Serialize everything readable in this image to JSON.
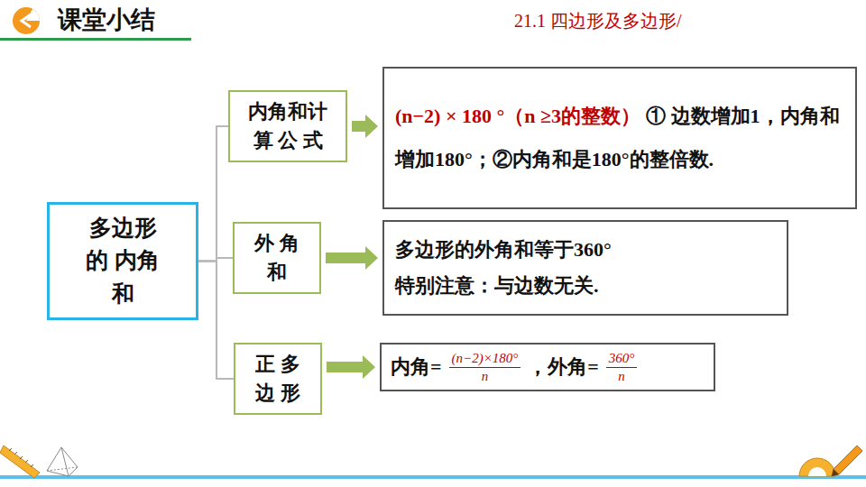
{
  "diagram": {
    "title": "课堂小结",
    "nodes": [
      {
        "text": [
          "多边形的 内角和"
        ]
      },
      {
        "text": [
          "内角和计 算 公 式"
        ]
      },
      {
        "text": [
          "(n−2) × 180 °（n ≥3的整数）",
          "① 边数增加1，内角和增加180°；②内角和是180°的整倍数."
        ]
      },
      {
        "text": [
          "外 角 和"
        ]
      },
      {
        "text": [
          "多边形的外角和等于360°",
          "特别注意：与边数无关."
        ]
      },
      {
        "text": [
          "正 多 边 形"
        ]
      },
      {
        "text": [
          "内角=",
          "(n−2)×180°",
          "n",
          "，外角=",
          "360°",
          "n"
        ]
      }
    ],
    "edges": [
      {
        "from": 0,
        "to": 1,
        "arrow": "none"
      },
      {
        "from": 0,
        "to": 3,
        "arrow": "none"
      },
      {
        "from": 0,
        "to": 5,
        "arrow": "none"
      },
      {
        "from": 1,
        "to": 2,
        "arrow": "to"
      },
      {
        "from": 3,
        "to": 4,
        "arrow": "to"
      },
      {
        "from": 5,
        "to": 6,
        "arrow": "to"
      }
    ],
    "labels": [
      "21.1 四边形及多边形/"
    ]
  }
}
